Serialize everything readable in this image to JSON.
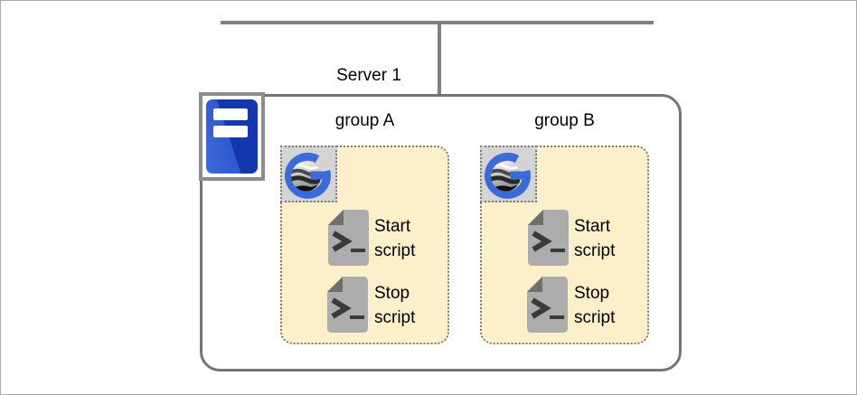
{
  "diagram": {
    "server": {
      "label": "Server 1"
    },
    "groups": [
      {
        "label": "group A",
        "scripts": [
          "Start script",
          "Stop script"
        ]
      },
      {
        "label": "group B",
        "scripts": [
          "Start script",
          "Stop script"
        ]
      }
    ],
    "icons": {
      "server": "server-tower-icon",
      "group_app": "globe-g-logo-icon",
      "script": "shell-script-icon"
    },
    "colors": {
      "line_gray": "#808080",
      "server_border": "#757575",
      "server_icon_blue": "#2e59d0",
      "group_fill": "#fcf0ca",
      "group_border": "#7a7a7a",
      "logo_blue": "#3a6bd8",
      "script_icon_gray": "#acacac"
    }
  }
}
